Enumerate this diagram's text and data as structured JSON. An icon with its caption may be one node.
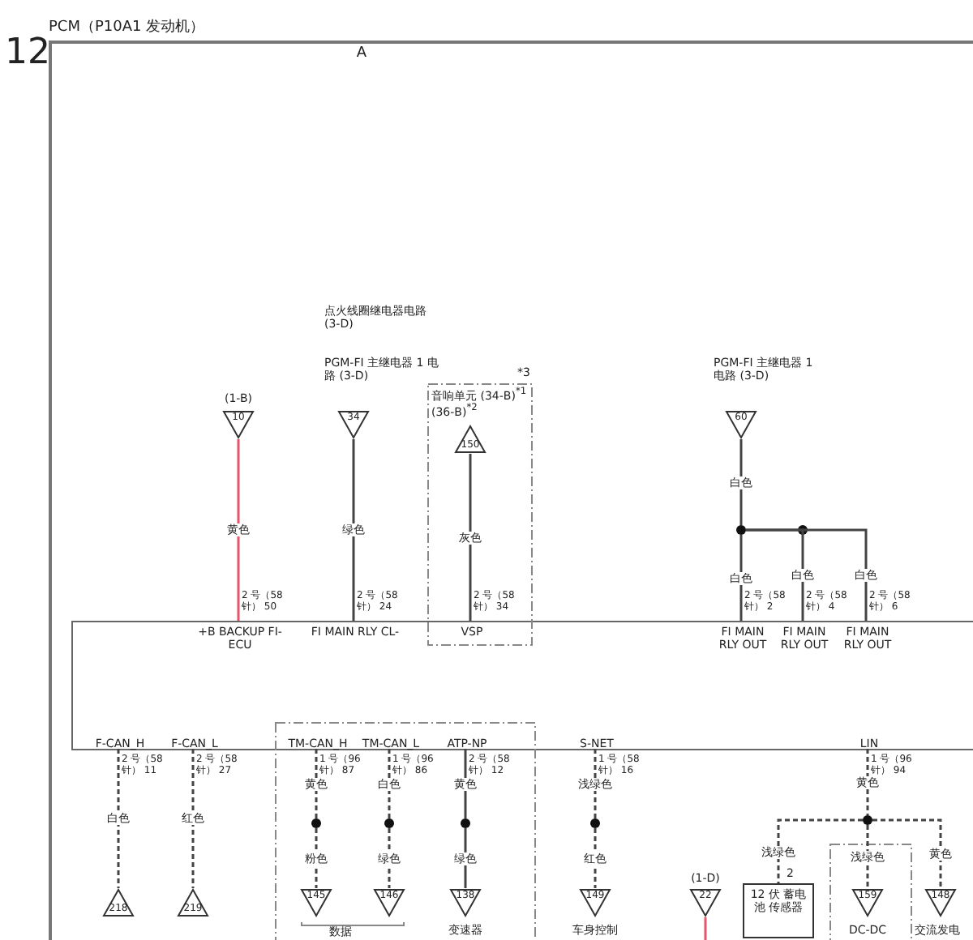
{
  "diagram": {
    "title": "PCM（P10A1 发动机）",
    "nodes": [
      {
        "text": [],
        "shape": "box"
      },
      {
        "text": [
          "+B BACKUP FI-ECU"
        ],
        "in": 0,
        "beside": [
          "2 号（58 针） 50"
        ]
      },
      {
        "text": [
          "FI MAIN RLY CL-"
        ],
        "in": 0,
        "beside": [
          "2 号（58 针） 24"
        ]
      },
      {
        "text": [
          "VSP"
        ],
        "in": 0,
        "beside": [
          "2 号（58 针） 34"
        ]
      },
      {
        "text": [
          "FI MAIN RLY OUT"
        ],
        "in": 0,
        "beside": [
          "2 号（58 针） 2"
        ]
      },
      {
        "text": [
          "FI MAIN RLY OUT"
        ],
        "in": 0,
        "beside": [
          "2 号（58 针） 4"
        ]
      },
      {
        "text": [
          "FI MAIN RLY OUT"
        ],
        "in": 0,
        "beside": [
          "2 号（58 针） 6"
        ]
      },
      {
        "text": [
          "F-CAN_H"
        ],
        "in": 0,
        "beside": [
          "2 号（58 针） 11"
        ]
      },
      {
        "text": [
          "F-CAN_L"
        ],
        "in": 0,
        "beside": [
          "2 号（58 针） 27"
        ]
      },
      {
        "text": [
          "TM-CAN_H"
        ],
        "in": 0,
        "beside": [
          "1 号（96 针） 87"
        ]
      },
      {
        "text": [
          "TM-CAN_L"
        ],
        "in": 0,
        "beside": [
          "1 号（96 针） 86"
        ]
      },
      {
        "text": [
          "ATP-NP"
        ],
        "in": 0,
        "beside": [
          "2 号（58 针） 12"
        ]
      },
      {
        "text": [
          "S-NET"
        ],
        "in": 0,
        "beside": [
          "1 号（58 针） 16"
        ]
      },
      {
        "text": [
          "LIN"
        ],
        "in": 0,
        "beside": [
          "1 号（96 针） 94"
        ]
      },
      {
        "text": [
          "10"
        ],
        "beside": [
          "(1-B)"
        ]
      },
      {
        "text": [
          "34"
        ],
        "beside": [
          "点火线圈继电器电路 (3-D)",
          "PGM-FI 主继电器 1 电路 (3-D)"
        ]
      },
      {
        "text": [
          "150"
        ],
        "beside": [
          "音响单元 (34-B)$^{*1}$ (36-B)$^{*2}$"
        ]
      },
      {
        "text": [
          "60"
        ],
        "beside": [
          "PGM-FI 主继电器 1 电路 (3-D)"
        ]
      },
      {
        "text": [],
        "shape": "circle"
      },
      {
        "text": [
          "218"
        ]
      },
      {
        "text": [
          "219"
        ]
      },
      {
        "text": [],
        "shape": "circle"
      },
      {
        "text": [
          "145"
        ]
      },
      {
        "text": [],
        "shape": "circle"
      },
      {
        "text": [
          "146"
        ]
      },
      {
        "text": [],
        "shape": "circle"
      },
      {
        "text": [
          "138"
        ],
        "beside": [
          "变速器"
        ]
      },
      {
        "text": [],
        "shape": "circle"
      },
      {
        "text": [
          "149"
        ],
        "beside": [
          "车身控制"
        ]
      },
      {
        "text": [
          "22"
        ],
        "beside": [
          "(1-D)"
        ]
      },
      {
        "text": [],
        "shape": "circle"
      },
      {
        "text": [
          "12 伏 蓄电池 传感器"
        ],
        "beside": [
          "2"
        ]
      },
      {
        "text": [
          "159"
        ],
        "beside": [
          "DC-DC"
        ]
      },
      {
        "text": [
          "148"
        ],
        "beside": [
          "交流发电"
        ]
      }
    ],
    "edges": [
      {
        "from": 14,
        "to": 1,
        "arrow": "none",
        "label": "黄色",
        "color": "#e8556b"
      },
      {
        "from": 15,
        "to": 2,
        "arrow": "none",
        "label": "绿色"
      },
      {
        "from": 16,
        "to": 3,
        "arrow": "none",
        "label": "灰色"
      },
      {
        "from": 17,
        "to": 18,
        "arrow": "none",
        "label": "白色"
      },
      {
        "from": 18,
        "to": 4,
        "arrow": "none",
        "label": "白色"
      },
      {
        "from": 18,
        "to": 5,
        "arrow": "none",
        "label": "白色"
      },
      {
        "from": 18,
        "to": 6,
        "arrow": "none",
        "label": "白色"
      },
      {
        "from": 7,
        "to": 19,
        "arrow": "none",
        "label": "白色",
        "style": "dashed"
      },
      {
        "from": 8,
        "to": 20,
        "arrow": "none",
        "label": "红色",
        "style": "dashed"
      },
      {
        "from": 9,
        "to": 21,
        "arrow": "none",
        "label": "黄色",
        "style": "dashed"
      },
      {
        "from": 21,
        "to": 22,
        "arrow": "none",
        "label": "粉色",
        "style": "dashed"
      },
      {
        "from": 10,
        "to": 23,
        "arrow": "none",
        "label": "白色",
        "style": "dashed"
      },
      {
        "from": 23,
        "to": 24,
        "arrow": "none",
        "label": "绿色",
        "style": "dashed"
      },
      {
        "from": 11,
        "to": 25,
        "arrow": "none",
        "label": "黄色"
      },
      {
        "from": 25,
        "to": 26,
        "arrow": "none",
        "label": "绿色"
      },
      {
        "from": 12,
        "to": 27,
        "arrow": "none",
        "label": "浅绿色",
        "style": "dashed"
      },
      {
        "from": 27,
        "to": 28,
        "arrow": "none",
        "label": "红色",
        "style": "dashed"
      },
      {
        "from": 29,
        "to": null,
        "arrow": "none",
        "color": "#e8556b"
      },
      {
        "from": 13,
        "to": 30,
        "arrow": "none",
        "label": "黄色",
        "style": "dashed"
      },
      {
        "from": 30,
        "to": 31,
        "arrow": "none",
        "label": "浅绿色",
        "style": "dashed"
      },
      {
        "from": 30,
        "to": 32,
        "arrow": "none",
        "label": "浅绿色",
        "style": "dashed"
      },
      {
        "from": 30,
        "to": 33,
        "arrow": "none",
        "label": "黄色",
        "style": "dashed"
      }
    ],
    "labels": [
      "12",
      "A",
      "*3",
      "数据"
    ]
  }
}
